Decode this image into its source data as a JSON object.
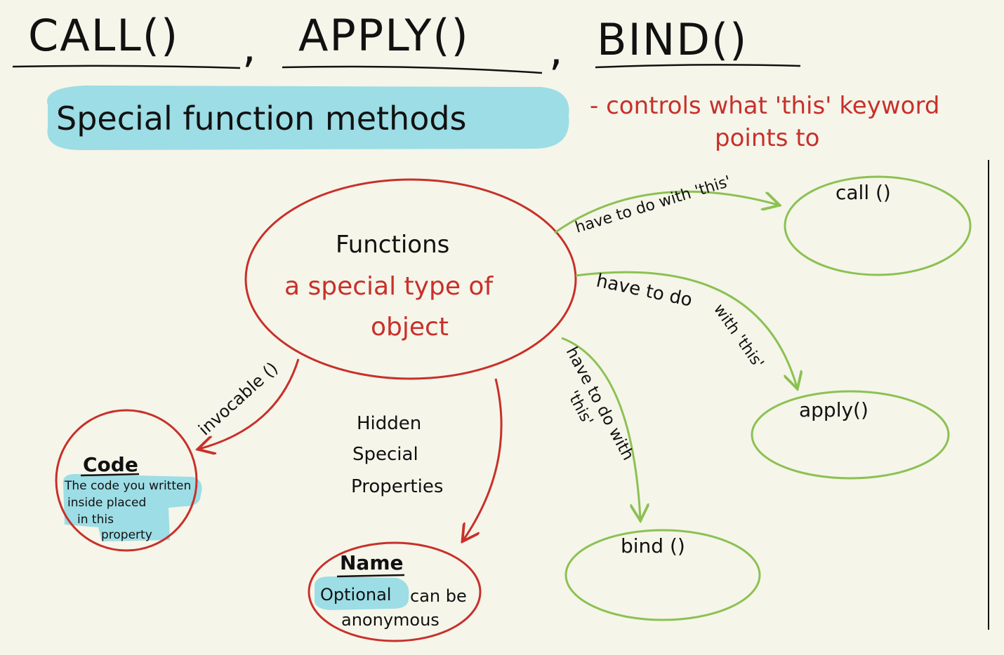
{
  "title": {
    "call": "CALL()",
    "comma1": ",",
    "apply": "APPLY()",
    "comma2": ",",
    "bind": "BIND()"
  },
  "subtitle": "Special function methods",
  "note_line1": "- controls what 'this' keyword",
  "note_line2": "points to",
  "functions_node": {
    "title": "Functions",
    "line1": "a special type of",
    "line2": "object"
  },
  "hidden_props": [
    "Hidden",
    "Special",
    "Properties"
  ],
  "code_node": {
    "title": "Code",
    "line1": "The code you written",
    "line2": "inside placed",
    "line3": "in this",
    "line4": "property"
  },
  "name_node": {
    "title": "Name",
    "optional": "Optional",
    "rest": "can be",
    "line2": "anonymous"
  },
  "invocable_label": "invocable ()",
  "methods": {
    "call": "call ()",
    "apply": "apply()",
    "bind": "bind ()"
  },
  "arrow_labels": {
    "to_call": "have to do with 'this'",
    "to_apply_1": "have to do",
    "to_apply_2": "with 'this'",
    "to_bind_1": "have to do with",
    "to_bind_2": "'this'"
  },
  "colors": {
    "red": "#c8302a",
    "green": "#8cc152",
    "highlight": "#9ddde5",
    "ink": "#111111",
    "paper": "#f5f5ea"
  }
}
